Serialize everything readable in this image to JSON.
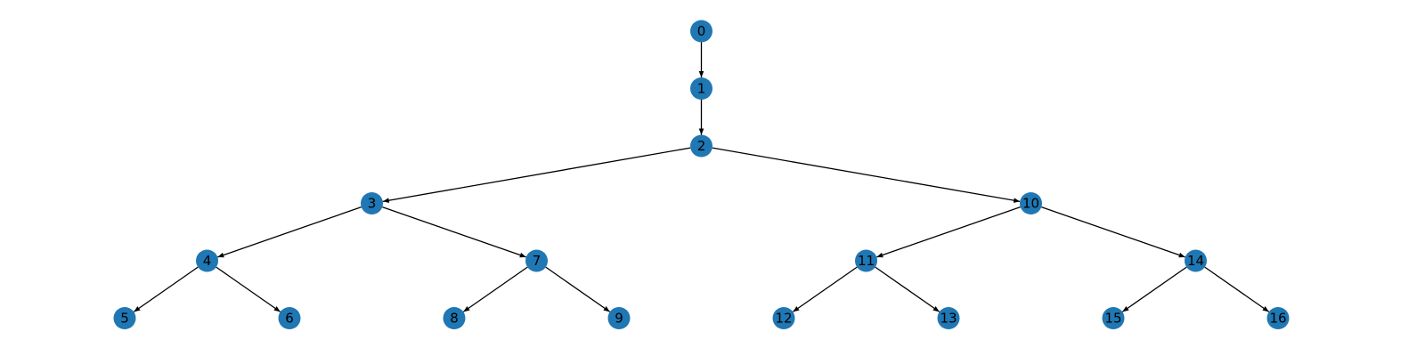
{
  "diagram": {
    "type": "directed-tree",
    "node_color": "#1f77b4",
    "edge_color": "#000000",
    "label_color": "#000000",
    "nodes": [
      {
        "id": 0,
        "label": "0",
        "depth": 0
      },
      {
        "id": 1,
        "label": "1",
        "depth": 1
      },
      {
        "id": 2,
        "label": "2",
        "depth": 2
      },
      {
        "id": 3,
        "label": "3",
        "depth": 3
      },
      {
        "id": 10,
        "label": "10",
        "depth": 3
      },
      {
        "id": 4,
        "label": "4",
        "depth": 4
      },
      {
        "id": 7,
        "label": "7",
        "depth": 4
      },
      {
        "id": 11,
        "label": "11",
        "depth": 4
      },
      {
        "id": 14,
        "label": "14",
        "depth": 4
      },
      {
        "id": 5,
        "label": "5",
        "depth": 5
      },
      {
        "id": 6,
        "label": "6",
        "depth": 5
      },
      {
        "id": 8,
        "label": "8",
        "depth": 5
      },
      {
        "id": 9,
        "label": "9",
        "depth": 5
      },
      {
        "id": 12,
        "label": "12",
        "depth": 5
      },
      {
        "id": 13,
        "label": "13",
        "depth": 5
      },
      {
        "id": 15,
        "label": "15",
        "depth": 5
      },
      {
        "id": 16,
        "label": "16",
        "depth": 5
      }
    ],
    "edges": [
      {
        "from": 0,
        "to": 1
      },
      {
        "from": 1,
        "to": 2
      },
      {
        "from": 2,
        "to": 3
      },
      {
        "from": 2,
        "to": 10
      },
      {
        "from": 3,
        "to": 4
      },
      {
        "from": 3,
        "to": 7
      },
      {
        "from": 10,
        "to": 11
      },
      {
        "from": 10,
        "to": 14
      },
      {
        "from": 4,
        "to": 5
      },
      {
        "from": 4,
        "to": 6
      },
      {
        "from": 7,
        "to": 8
      },
      {
        "from": 7,
        "to": 9
      },
      {
        "from": 11,
        "to": 12
      },
      {
        "from": 11,
        "to": 13
      },
      {
        "from": 14,
        "to": 15
      },
      {
        "from": 14,
        "to": 16
      }
    ]
  }
}
